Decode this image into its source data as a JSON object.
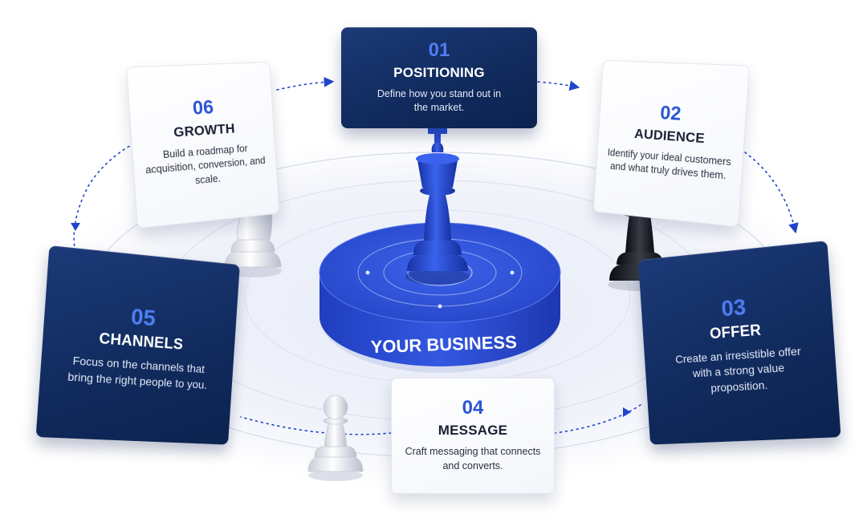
{
  "center": {
    "label": "YOUR BUSINESS"
  },
  "steps": [
    {
      "number": "01",
      "title": "POSITIONING",
      "description": "Define how you stand out in the market."
    },
    {
      "number": "02",
      "title": "AUDIENCE",
      "description": "Identify your ideal customers and what truly drives them."
    },
    {
      "number": "03",
      "title": "OFFER",
      "description": "Create an irresistible offer with a strong value proposition."
    },
    {
      "number": "04",
      "title": "MESSAGE",
      "description": "Craft messaging that connects and converts."
    },
    {
      "number": "05",
      "title": "CHANNELS",
      "description": "Focus on the channels that bring the right people to you."
    },
    {
      "number": "06",
      "title": "GROWTH",
      "description": "Build a roadmap for acquisition, conversion, and scale."
    }
  ],
  "colors": {
    "brand_blue": "#2f4fd6",
    "navy": "#102a5c",
    "accent_number": "#4f7df2",
    "arrow": "#1f45c9"
  },
  "pieces": [
    "king",
    "rook",
    "knight",
    "pawn"
  ]
}
